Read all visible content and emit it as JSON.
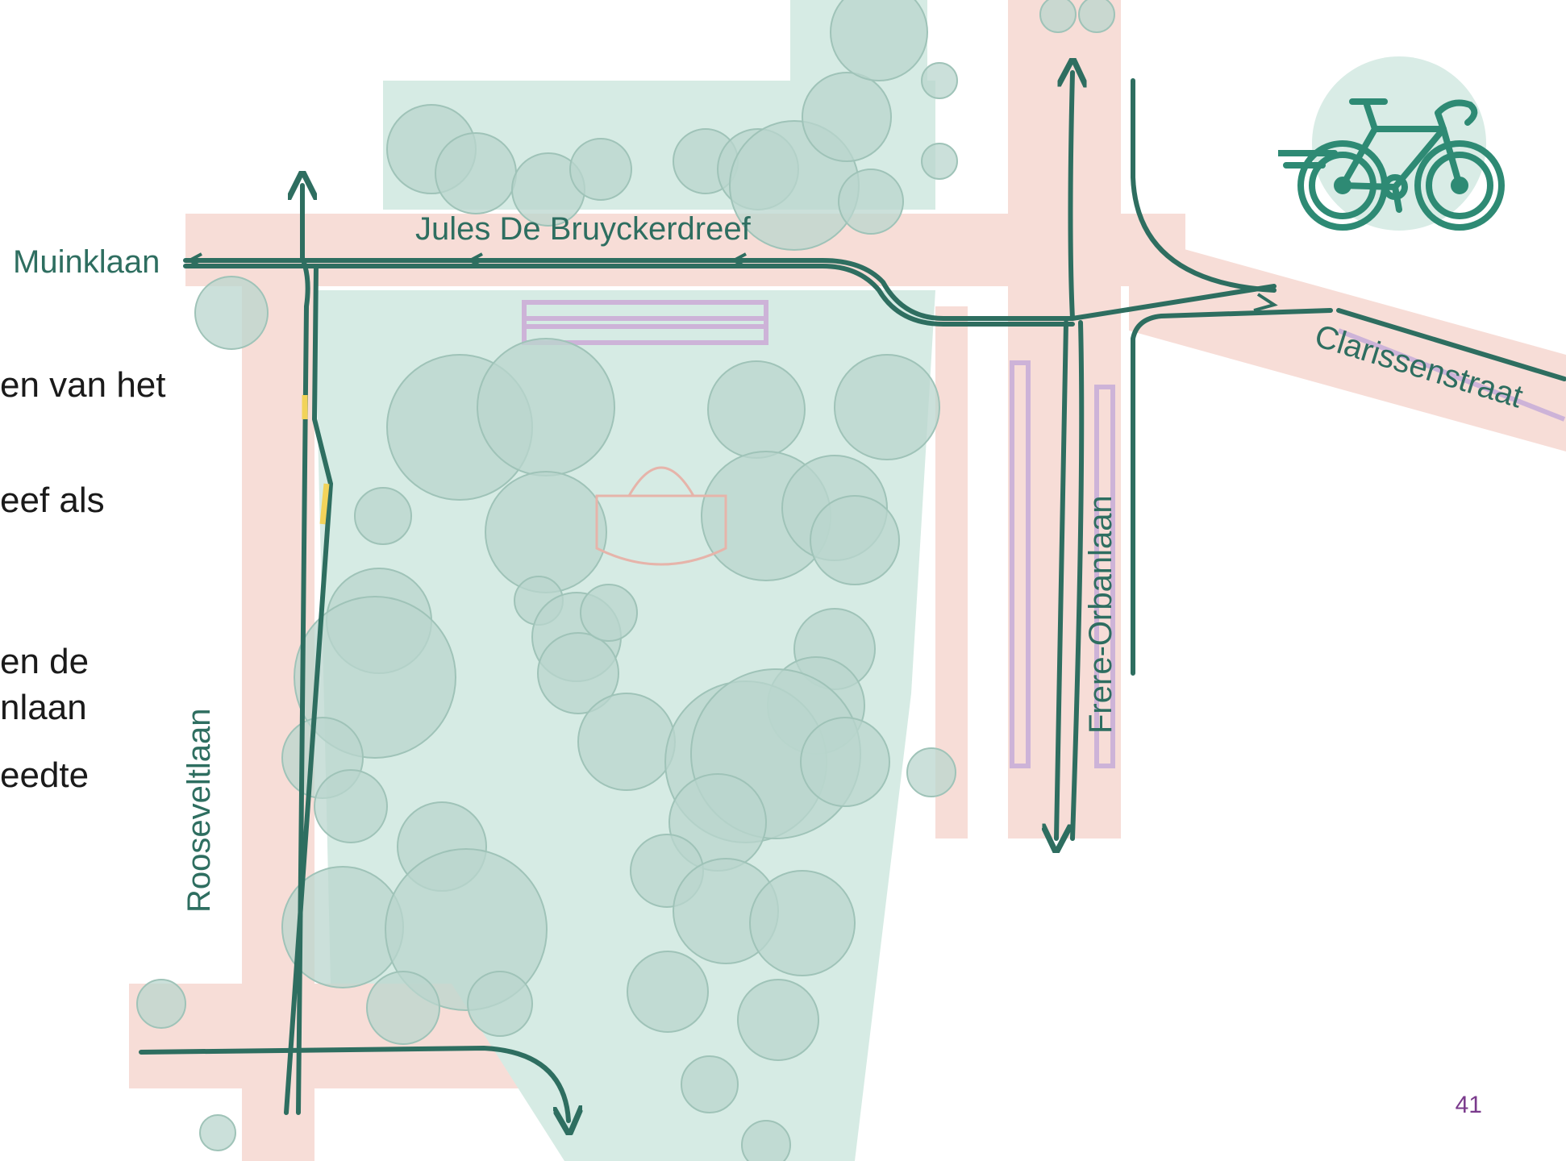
{
  "slide": {
    "page_number": "41",
    "text_fragments": [
      "en van het",
      "eef als",
      "en de",
      "nlaan",
      "eedte"
    ]
  },
  "streets": {
    "muinklaan": "Muinklaan",
    "jules": "Jules De Bruyckerdreef",
    "clarissen": "Clarissenstraat",
    "frere": "Frere-Orbanlaan",
    "roosevelt": "Rooseveltlaan"
  },
  "colors": {
    "park_green": "#d6ebe4",
    "tree_fill": "#b9d6cd",
    "road_pink": "#f7ddd7",
    "cycle_route": "#2e6e60",
    "tram_purple": "#cdb3d8",
    "accent_purple": "#7a3a8c"
  },
  "icons": {
    "bike": "bicycle-icon"
  }
}
